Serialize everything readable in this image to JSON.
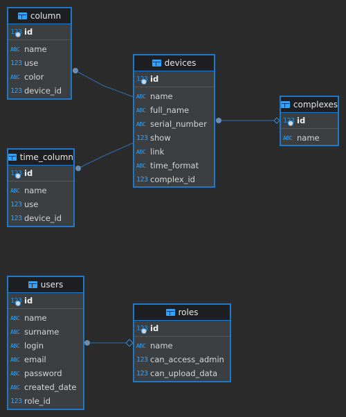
{
  "entities": {
    "column": {
      "title": "column",
      "pk": {
        "type_icon": "123",
        "name": "id"
      },
      "columns": [
        {
          "type_icon": "ABC",
          "name": "name"
        },
        {
          "type_icon": "123",
          "name": "use"
        },
        {
          "type_icon": "ABC",
          "name": "color"
        },
        {
          "type_icon": "123",
          "name": "device_id"
        }
      ]
    },
    "time_column": {
      "title": "time_column",
      "pk": {
        "type_icon": "123",
        "name": "id"
      },
      "columns": [
        {
          "type_icon": "ABC",
          "name": "name"
        },
        {
          "type_icon": "123",
          "name": "use"
        },
        {
          "type_icon": "123",
          "name": "device_id"
        }
      ]
    },
    "devices": {
      "title": "devices",
      "pk": {
        "type_icon": "123",
        "name": "id"
      },
      "columns": [
        {
          "type_icon": "ABC",
          "name": "name"
        },
        {
          "type_icon": "ABC",
          "name": "full_name"
        },
        {
          "type_icon": "ABC",
          "name": "serial_number"
        },
        {
          "type_icon": "123",
          "name": "show"
        },
        {
          "type_icon": "ABC",
          "name": "link"
        },
        {
          "type_icon": "ABC",
          "name": "time_format"
        },
        {
          "type_icon": "123",
          "name": "complex_id"
        }
      ]
    },
    "complexes": {
      "title": "complexes",
      "pk": {
        "type_icon": "123",
        "name": "id"
      },
      "columns": [
        {
          "type_icon": "ABC",
          "name": "name"
        }
      ]
    },
    "users": {
      "title": "users",
      "pk": {
        "type_icon": "123",
        "name": "id"
      },
      "columns": [
        {
          "type_icon": "ABC",
          "name": "name"
        },
        {
          "type_icon": "ABC",
          "name": "surname"
        },
        {
          "type_icon": "ABC",
          "name": "login"
        },
        {
          "type_icon": "ABC",
          "name": "email"
        },
        {
          "type_icon": "ABC",
          "name": "password"
        },
        {
          "type_icon": "ABC",
          "name": "created_date"
        },
        {
          "type_icon": "123",
          "name": "role_id"
        }
      ]
    },
    "roles": {
      "title": "roles",
      "pk": {
        "type_icon": "123",
        "name": "id"
      },
      "columns": [
        {
          "type_icon": "ABC",
          "name": "name"
        },
        {
          "type_icon": "123",
          "name": "can_access_admin"
        },
        {
          "type_icon": "123",
          "name": "can_upload_data"
        }
      ]
    }
  },
  "colors": {
    "background": "#2b2b2b",
    "entity_border": "#1f78c8",
    "icon_blue": "#3aa1f2",
    "connector": "#2f6fb0"
  }
}
